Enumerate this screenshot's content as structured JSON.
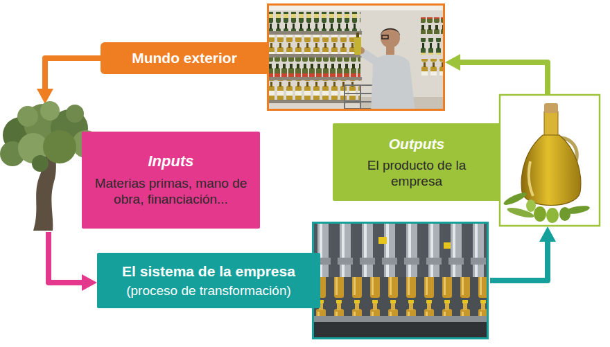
{
  "diagram": {
    "nodes": [
      {
        "text": [
          "Mundo exterior"
        ]
      },
      {
        "text": [
          "Inputs",
          "Materias primas, mano de obra, financiación..."
        ]
      },
      {
        "text": [
          "El sistema de la empresa",
          "(proceso de transformación)"
        ]
      },
      {
        "text": [
          "Outputs",
          "El producto de la empresa"
        ]
      }
    ],
    "edges": [
      {
        "from": 0,
        "to": 1,
        "arrow": "to"
      },
      {
        "from": 1,
        "to": 2,
        "arrow": "to"
      },
      {
        "from": 2,
        "to": 3,
        "arrow": "to"
      },
      {
        "from": 3,
        "to": 0,
        "arrow": "to"
      }
    ]
  }
}
